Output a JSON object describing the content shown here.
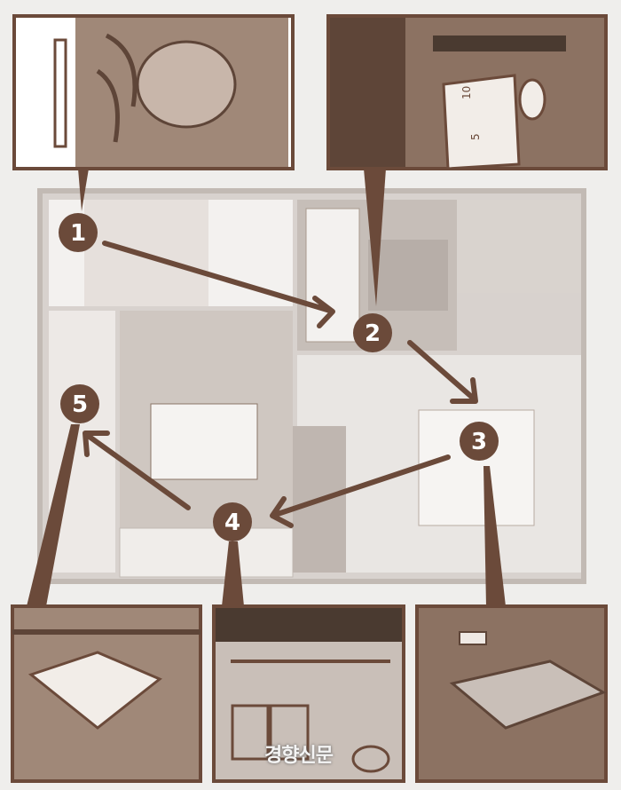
{
  "markers": [
    "1",
    "2",
    "3",
    "4",
    "5"
  ],
  "ruler_labels": [
    "10",
    "5"
  ],
  "watermark": "경향신문",
  "colors": {
    "line": "#6b4a3a",
    "fill": "#a08878",
    "dark": "#5e4538",
    "floor": "#e9e6e3",
    "bg": "#efeeec"
  }
}
